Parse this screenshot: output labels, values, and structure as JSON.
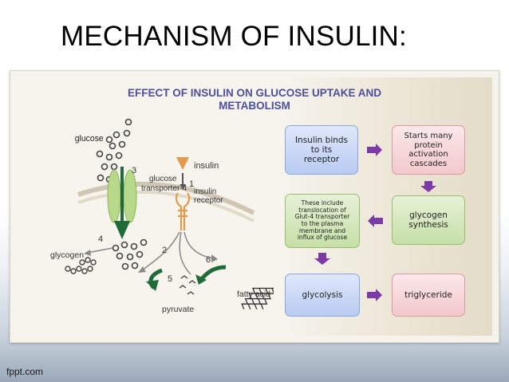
{
  "slide": {
    "title": "MECHANISM OF INSULIN:",
    "footer": "fppt.com"
  },
  "diagram": {
    "title_line1": "EFFECT OF INSULIN ON GLUCOSE UPTAKE AND",
    "title_line2": "METABOLISM",
    "labels": {
      "glucose": "glucose",
      "insulin": "insulin",
      "glucose_transporter_line1": "glucose",
      "glucose_transporter_line2": "transporter-4",
      "insulin_receptor_line1": "insulin",
      "insulin_receptor_line2": "receptor",
      "glycogen": "glycogen",
      "pyruvate": "pyruvate",
      "fatty_acid": "fatty acid"
    },
    "step_numbers": [
      "1",
      "2",
      "3",
      "4",
      "5",
      "6"
    ]
  },
  "flowchart": {
    "box_receptor": "Insulin binds\nto its\nreceptor",
    "box_cascades": "Starts many\nprotein\nactivation\ncascades",
    "box_translocation": "These include\ntranslocation of\nGlut-4 transporter\nto the plasma\nmembrane and\ninflux of glucose",
    "box_glycogen": "glycogen\nsynthesis",
    "box_glycolysis": "glycolysis",
    "box_triglyceride": "triglyceride"
  },
  "colors": {
    "title_purple": "#4a4fa0",
    "arrow_purple": "#7b3aa6",
    "transporter_green": "#b9d98a",
    "receptor_orange": "#e39a4a",
    "dark_green_arrow": "#1f6b3a"
  }
}
